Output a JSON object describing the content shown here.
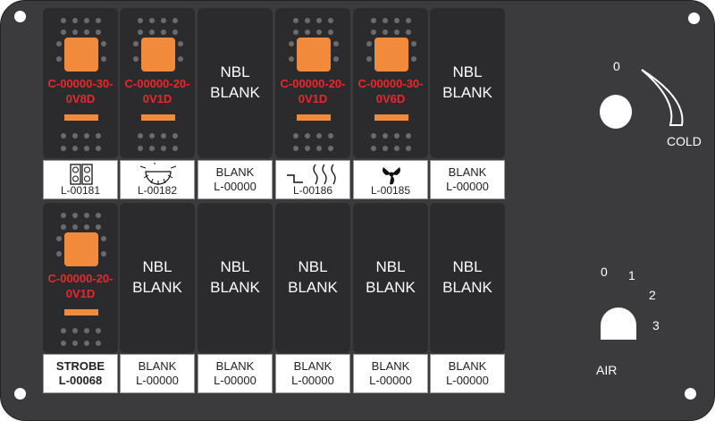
{
  "top_row": [
    {
      "kind": "switch",
      "part": [
        "C-00000-30-",
        "0V8D"
      ],
      "icon": "two-switches-icon",
      "legend_code": "L-00181"
    },
    {
      "kind": "switch",
      "part": [
        "C-00000-20-",
        "0V1D"
      ],
      "icon": "work-light-icon",
      "legend_code": "L-00182"
    },
    {
      "kind": "blank",
      "text": [
        "NBL",
        "BLANK"
      ],
      "legend": [
        "BLANK",
        "L-00000"
      ]
    },
    {
      "kind": "switch",
      "part": [
        "C-00000-20-",
        "0V1D"
      ],
      "icon": "heated-seat-icon",
      "legend_code": "L-00186"
    },
    {
      "kind": "switch",
      "part": [
        "C-00000-30-",
        "0V6D"
      ],
      "icon": "fan-icon",
      "legend_code": "L-00185"
    },
    {
      "kind": "blank",
      "text": [
        "NBL",
        "BLANK"
      ],
      "legend": [
        "BLANK",
        "L-00000"
      ]
    }
  ],
  "bottom_row": [
    {
      "kind": "switch",
      "part": [
        "C-00000-20-",
        "0V1D"
      ],
      "legend": [
        "STROBE",
        "L-00068"
      ]
    },
    {
      "kind": "blank",
      "text": [
        "NBL",
        "BLANK"
      ],
      "legend": [
        "BLANK",
        "L-00000"
      ]
    },
    {
      "kind": "blank",
      "text": [
        "NBL",
        "BLANK"
      ],
      "legend": [
        "BLANK",
        "L-00000"
      ]
    },
    {
      "kind": "blank",
      "text": [
        "NBL",
        "BLANK"
      ],
      "legend": [
        "BLANK",
        "L-00000"
      ]
    },
    {
      "kind": "blank",
      "text": [
        "NBL",
        "BLANK"
      ],
      "legend": [
        "BLANK",
        "L-00000"
      ]
    },
    {
      "kind": "blank",
      "text": [
        "NBL",
        "BLANK"
      ],
      "legend": [
        "BLANK",
        "L-00000"
      ]
    }
  ],
  "temp_dial": {
    "zero": "0",
    "label": "COLD"
  },
  "air_dial": {
    "positions": [
      "0",
      "1",
      "2",
      "3"
    ],
    "label": "AIR"
  },
  "colors": {
    "panel": "#3b3b3d",
    "cell": "#2b2b2d",
    "rocker": "#f28a3c",
    "part_number": "#e8282c"
  }
}
